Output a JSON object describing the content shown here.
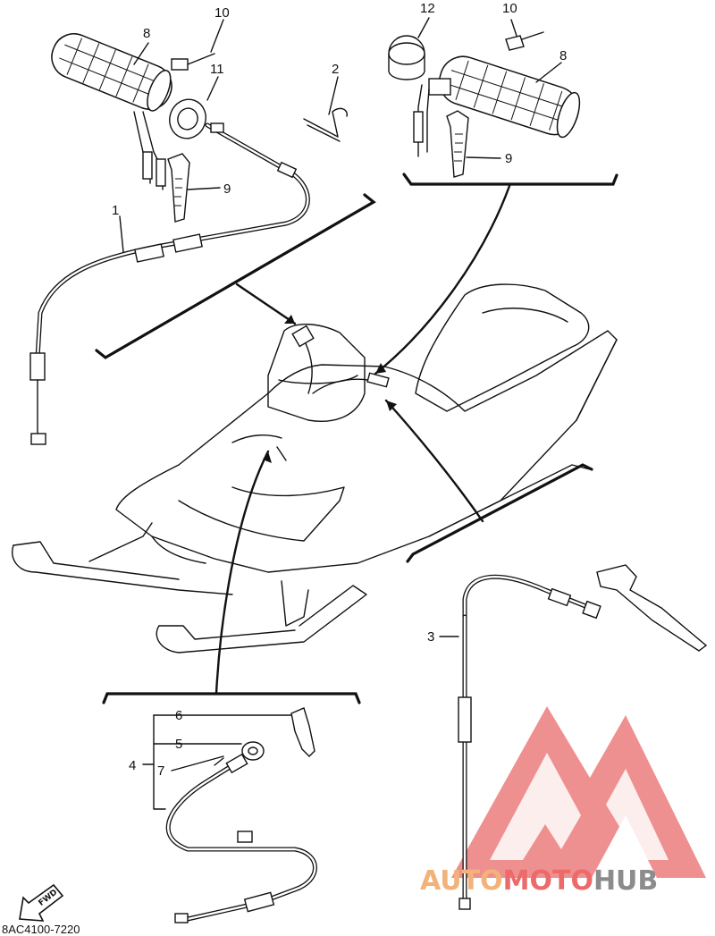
{
  "diagram": {
    "drawing_code": "8AC4100-7220",
    "fwd_label": "FWD",
    "callouts": {
      "c1": "1",
      "c2": "2",
      "c3": "3",
      "c4": "4",
      "c5": "5",
      "c6": "6",
      "c7": "7",
      "c8_left": "8",
      "c8_right": "8",
      "c9_left": "9",
      "c9_right": "9",
      "c10_left": "10",
      "c10_right": "10",
      "c11": "11",
      "c12": "12"
    }
  },
  "watermark": {
    "part1": "AUTO",
    "part2": "MOTO",
    "part3": "HUB",
    "color_orange": "#f2b27a",
    "color_red": "#ec6a6a",
    "color_gray": "#8c8c8c"
  }
}
